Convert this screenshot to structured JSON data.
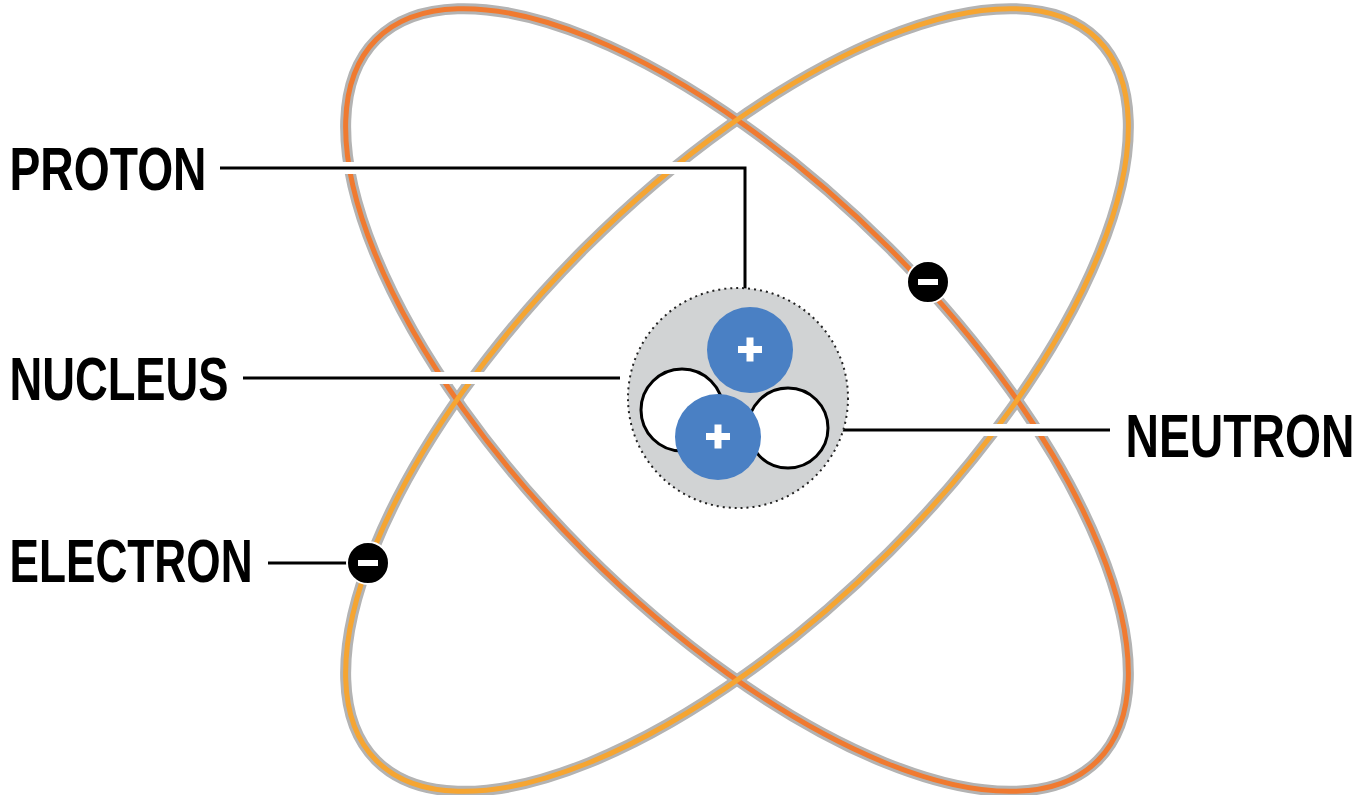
{
  "diagram": {
    "labels": [
      "PROTON",
      "NUCLEUS",
      "ELECTRON",
      "NEUTRON"
    ]
  }
}
